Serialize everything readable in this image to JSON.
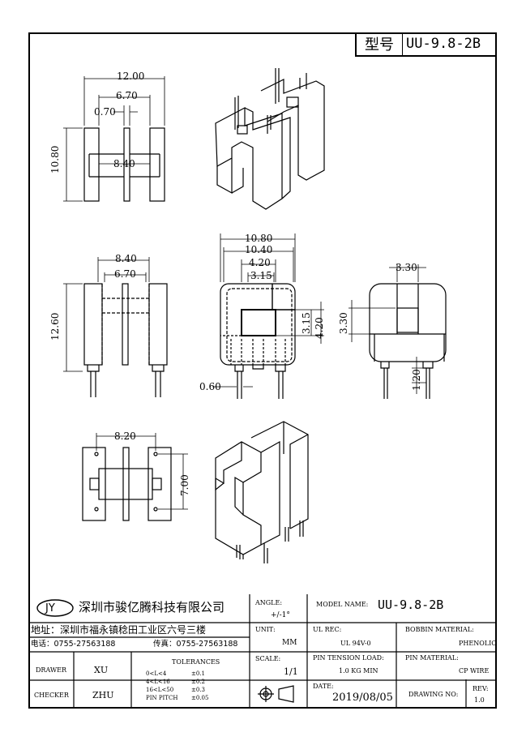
{
  "title_block": {
    "model_label": "型号",
    "model_value": "UU-9.8-2B",
    "logo_text": "JY",
    "company_name": "深圳市骏亿腾科技有限公司",
    "address": "地址：深圳市福永镇稔田工业区六号三楼",
    "phone": "电话：0755-27563188",
    "fax": "传真：0755-27563188",
    "drawer_label": "DRAWER",
    "drawer_value": "XU",
    "checker_label": "CHECKER",
    "checker_value": "ZHU",
    "tolerances_label": "TOLERANCES",
    "tolerances": [
      {
        "range": "0<L<4",
        "value": "±0.1"
      },
      {
        "range": "4<L<16",
        "value": "±0.2"
      },
      {
        "range": "16<L<50",
        "value": "±0.3"
      },
      {
        "range": "PIN PITCH",
        "value": "±0.05"
      }
    ],
    "angle_label": "ANGLE:",
    "angle_value": "+/-1°",
    "unit_label": "UNIT:",
    "unit_value": "MM",
    "scale_label": "SCALE:",
    "scale_value": "1/1",
    "model_name_label": "MODEL NAME:",
    "model_name_value": "UU-9.8-2B",
    "ul_rec_label": "UL REC:",
    "ul_rec_value": "UL 94V-0",
    "bobbin_material_label": "BOBBIN MATERIAL:",
    "bobbin_material_value": "PHENOLIC",
    "pin_tension_label": "PIN TENSION LOAD:",
    "pin_tension_value": "1.0 KG MIN",
    "pin_material_label": "PIN MATERIAL:",
    "pin_material_value": "CP WIRE",
    "date_label": "DATE:",
    "date_value": "2019/08/05",
    "drawing_no_label": "DRAWING NO:",
    "rev_label": "REV:",
    "rev_value": "1.0"
  },
  "dimensions": {
    "top_width": "12.00",
    "top_inner": "6.70",
    "top_slot": "0.70",
    "top_height": "10.80",
    "top_center": "8.40",
    "front_width": "8.40",
    "front_inner": "6.70",
    "front_height": "12.60",
    "side_width": "10.80",
    "side_inner": "10.40",
    "side_window": "4.20",
    "side_window2": "3.15",
    "side_h1": "3.15",
    "side_h2": "4.20",
    "pin_dia": "0.60",
    "right_width": "3.30",
    "right_height": "3.30",
    "pin_len": "1.20",
    "bottom_width": "8.20",
    "bottom_height": "7.00"
  }
}
